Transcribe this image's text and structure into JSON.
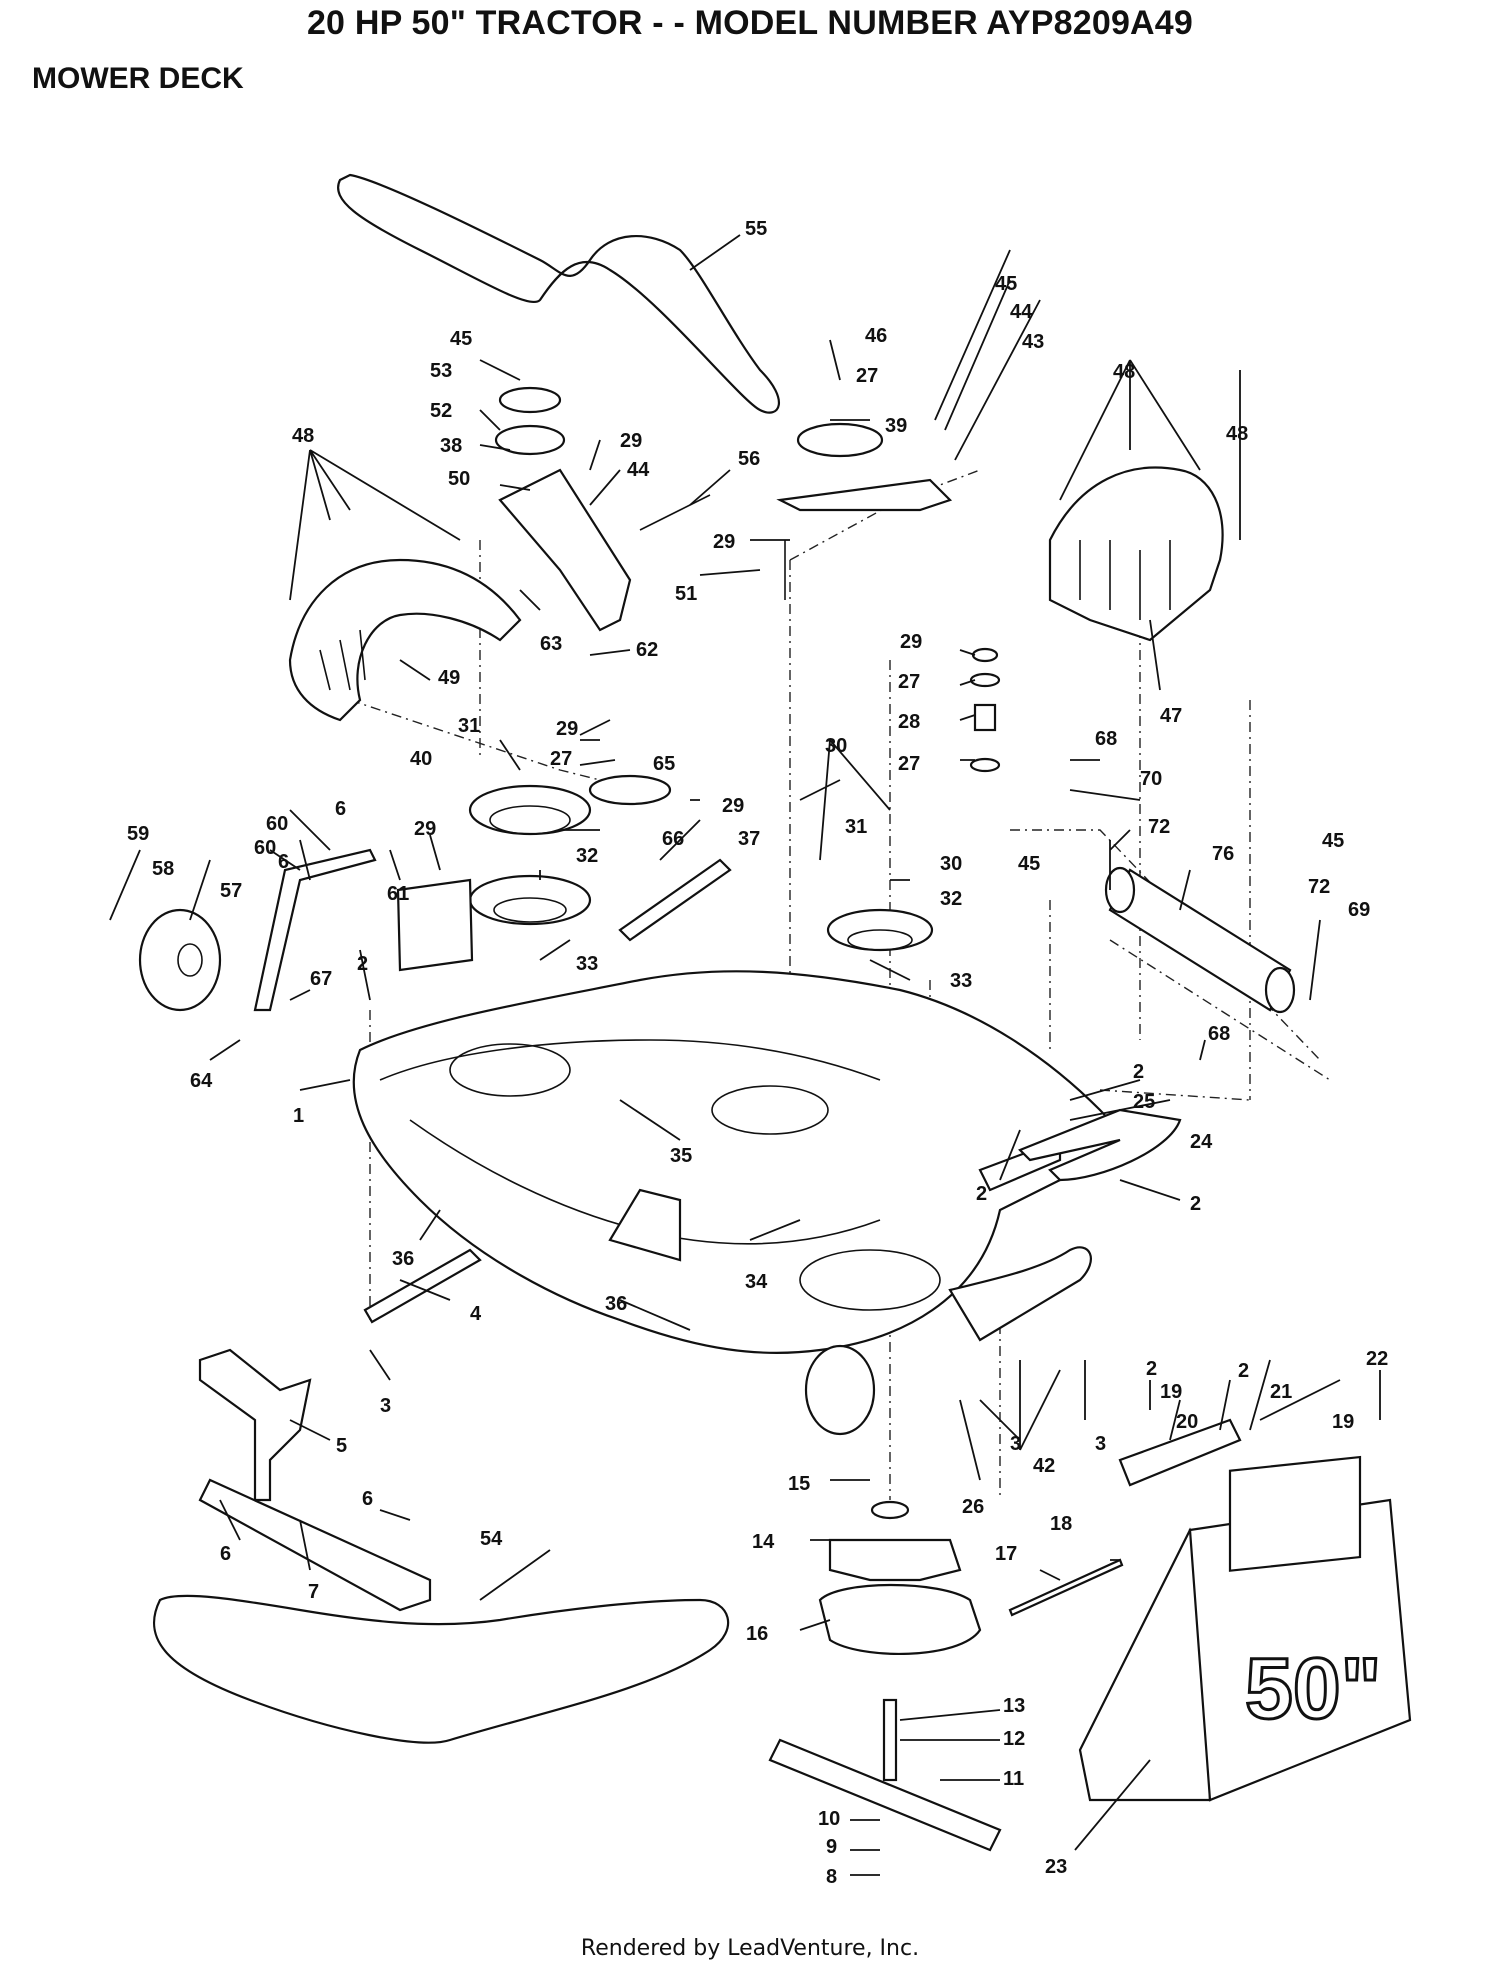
{
  "title": "20 HP 50\" TRACTOR - - MODEL NUMBER AYP8209A49",
  "subtitle": "MOWER DECK",
  "footer": "Rendered by LeadVenture, Inc.",
  "mower_shield_badge": "50\"",
  "callouts": [
    {
      "id": "c55",
      "text": "55"
    },
    {
      "id": "c45a",
      "text": "45"
    },
    {
      "id": "c44a",
      "text": "44"
    },
    {
      "id": "c43",
      "text": "43"
    },
    {
      "id": "c46",
      "text": "46"
    },
    {
      "id": "c27a",
      "text": "27"
    },
    {
      "id": "c39",
      "text": "39"
    },
    {
      "id": "c48a",
      "text": "48"
    },
    {
      "id": "c48b",
      "text": "48"
    },
    {
      "id": "c45b",
      "text": "45"
    },
    {
      "id": "c53",
      "text": "53"
    },
    {
      "id": "c52",
      "text": "52"
    },
    {
      "id": "c29a",
      "text": "29"
    },
    {
      "id": "c38",
      "text": "38"
    },
    {
      "id": "c44b",
      "text": "44"
    },
    {
      "id": "c56",
      "text": "56"
    },
    {
      "id": "c48c",
      "text": "48"
    },
    {
      "id": "c50",
      "text": "50"
    },
    {
      "id": "c29b",
      "text": "29"
    },
    {
      "id": "c51",
      "text": "51"
    },
    {
      "id": "c63",
      "text": "63"
    },
    {
      "id": "c62",
      "text": "62"
    },
    {
      "id": "c49",
      "text": "49"
    },
    {
      "id": "c29c",
      "text": "29"
    },
    {
      "id": "c27b",
      "text": "27"
    },
    {
      "id": "c28",
      "text": "28"
    },
    {
      "id": "c27c",
      "text": "27"
    },
    {
      "id": "c47",
      "text": "47"
    },
    {
      "id": "c31a",
      "text": "31"
    },
    {
      "id": "c29d",
      "text": "29"
    },
    {
      "id": "c27d",
      "text": "27"
    },
    {
      "id": "c40",
      "text": "40"
    },
    {
      "id": "c65",
      "text": "65"
    },
    {
      "id": "c30a",
      "text": "30"
    },
    {
      "id": "c68a",
      "text": "68"
    },
    {
      "id": "c70",
      "text": "70"
    },
    {
      "id": "c29e",
      "text": "29"
    },
    {
      "id": "c37",
      "text": "37"
    },
    {
      "id": "c66",
      "text": "66"
    },
    {
      "id": "c31b",
      "text": "31"
    },
    {
      "id": "c30b",
      "text": "30"
    },
    {
      "id": "c72a",
      "text": "72"
    },
    {
      "id": "c45c",
      "text": "45"
    },
    {
      "id": "c45d",
      "text": "45"
    },
    {
      "id": "c76",
      "text": "76"
    },
    {
      "id": "c72b",
      "text": "72"
    },
    {
      "id": "c69",
      "text": "69"
    },
    {
      "id": "c59",
      "text": "59"
    },
    {
      "id": "c60a",
      "text": "60"
    },
    {
      "id": "c6a",
      "text": "6"
    },
    {
      "id": "c60b",
      "text": "60"
    },
    {
      "id": "c6b",
      "text": "6"
    },
    {
      "id": "c29f",
      "text": "29"
    },
    {
      "id": "c58",
      "text": "58"
    },
    {
      "id": "c57",
      "text": "57"
    },
    {
      "id": "c61",
      "text": "61"
    },
    {
      "id": "c32a",
      "text": "32"
    },
    {
      "id": "c32b",
      "text": "32"
    },
    {
      "id": "c33a",
      "text": "33"
    },
    {
      "id": "c33b",
      "text": "33"
    },
    {
      "id": "c2a",
      "text": "2"
    },
    {
      "id": "c67",
      "text": "67"
    },
    {
      "id": "c64",
      "text": "64"
    },
    {
      "id": "c68b",
      "text": "68"
    },
    {
      "id": "c1",
      "text": "1"
    },
    {
      "id": "c2b",
      "text": "2"
    },
    {
      "id": "c25",
      "text": "25"
    },
    {
      "id": "c24",
      "text": "24"
    },
    {
      "id": "c35",
      "text": "35"
    },
    {
      "id": "c2c",
      "text": "2"
    },
    {
      "id": "c2d",
      "text": "2"
    },
    {
      "id": "c36a",
      "text": "36"
    },
    {
      "id": "c34",
      "text": "34"
    },
    {
      "id": "c4",
      "text": "4"
    },
    {
      "id": "c36b",
      "text": "36"
    },
    {
      "id": "c3a",
      "text": "3"
    },
    {
      "id": "c2e",
      "text": "2"
    },
    {
      "id": "c2f",
      "text": "2"
    },
    {
      "id": "c22",
      "text": "22"
    },
    {
      "id": "c19a",
      "text": "19"
    },
    {
      "id": "c21",
      "text": "21"
    },
    {
      "id": "c20",
      "text": "20"
    },
    {
      "id": "c19b",
      "text": "19"
    },
    {
      "id": "c3b",
      "text": "3"
    },
    {
      "id": "c3c",
      "text": "3"
    },
    {
      "id": "c5",
      "text": "5"
    },
    {
      "id": "c42",
      "text": "42"
    },
    {
      "id": "c15",
      "text": "15"
    },
    {
      "id": "c26",
      "text": "26"
    },
    {
      "id": "c6c",
      "text": "6"
    },
    {
      "id": "c6d",
      "text": "6"
    },
    {
      "id": "c7",
      "text": "7"
    },
    {
      "id": "c54",
      "text": "54"
    },
    {
      "id": "c14",
      "text": "14"
    },
    {
      "id": "c18",
      "text": "18"
    },
    {
      "id": "c17",
      "text": "17"
    },
    {
      "id": "c16",
      "text": "16"
    },
    {
      "id": "c13",
      "text": "13"
    },
    {
      "id": "c12",
      "text": "12"
    },
    {
      "id": "c11",
      "text": "11"
    },
    {
      "id": "c10",
      "text": "10"
    },
    {
      "id": "c9",
      "text": "9"
    },
    {
      "id": "c8",
      "text": "8"
    },
    {
      "id": "c23",
      "text": "23"
    }
  ]
}
